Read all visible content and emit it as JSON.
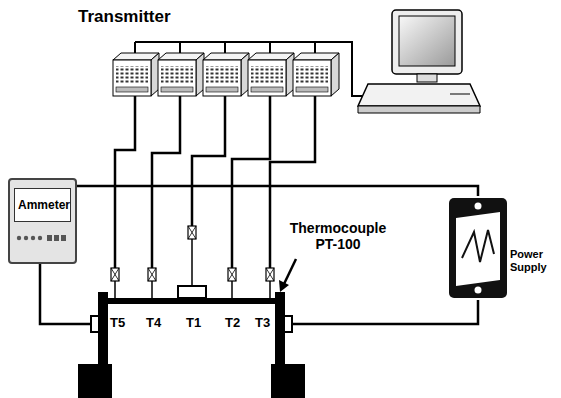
{
  "diagram": {
    "nodes": [
      {
        "text": [
          "Ammeter"
        ]
      },
      {
        "text": [
          "Power Supply"
        ]
      }
    ],
    "edges": [
      {
        "from": 0,
        "to": 1,
        "arrow": "none"
      }
    ],
    "labels": [
      "Transmitter",
      "Thermocouple PT-100",
      "T5",
      "T4",
      "T1",
      "T2",
      "T3"
    ]
  }
}
